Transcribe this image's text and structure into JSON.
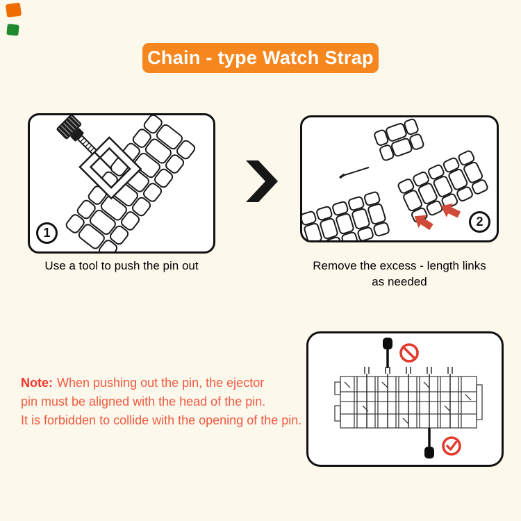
{
  "title": "Chain - type Watch Strap",
  "steps": {
    "step1": {
      "number": "1",
      "caption": "Use a tool to push the pin out"
    },
    "step2": {
      "number": "2",
      "caption_line1": "Remove the excess - length links",
      "caption_line2": "as needed"
    }
  },
  "note": {
    "label": "Note:",
    "line1": "When pushing out the pin, the ejector",
    "line2": "pin must be aligned with the head of the pin.",
    "line3": "It is forbidden to collide with the opening of the pin."
  },
  "icons": {
    "chevron": "chevron-right",
    "prohibition": "no-collision",
    "check": "correct-alignment",
    "arrow": "red-pointer-arrow"
  },
  "colors": {
    "background": "#fdf8ec",
    "banner": "#f6861e",
    "banner_text": "#ffffff",
    "outline_black": "#1a1a1a",
    "note_label_red": "#f1352a",
    "note_body_red": "#ee5a41",
    "arrow_red": "#cf4a38",
    "sign_red": "#e23a2c",
    "corner_chip_orange": "#ef6c00",
    "corner_chip_green": "#1f8a2d"
  }
}
